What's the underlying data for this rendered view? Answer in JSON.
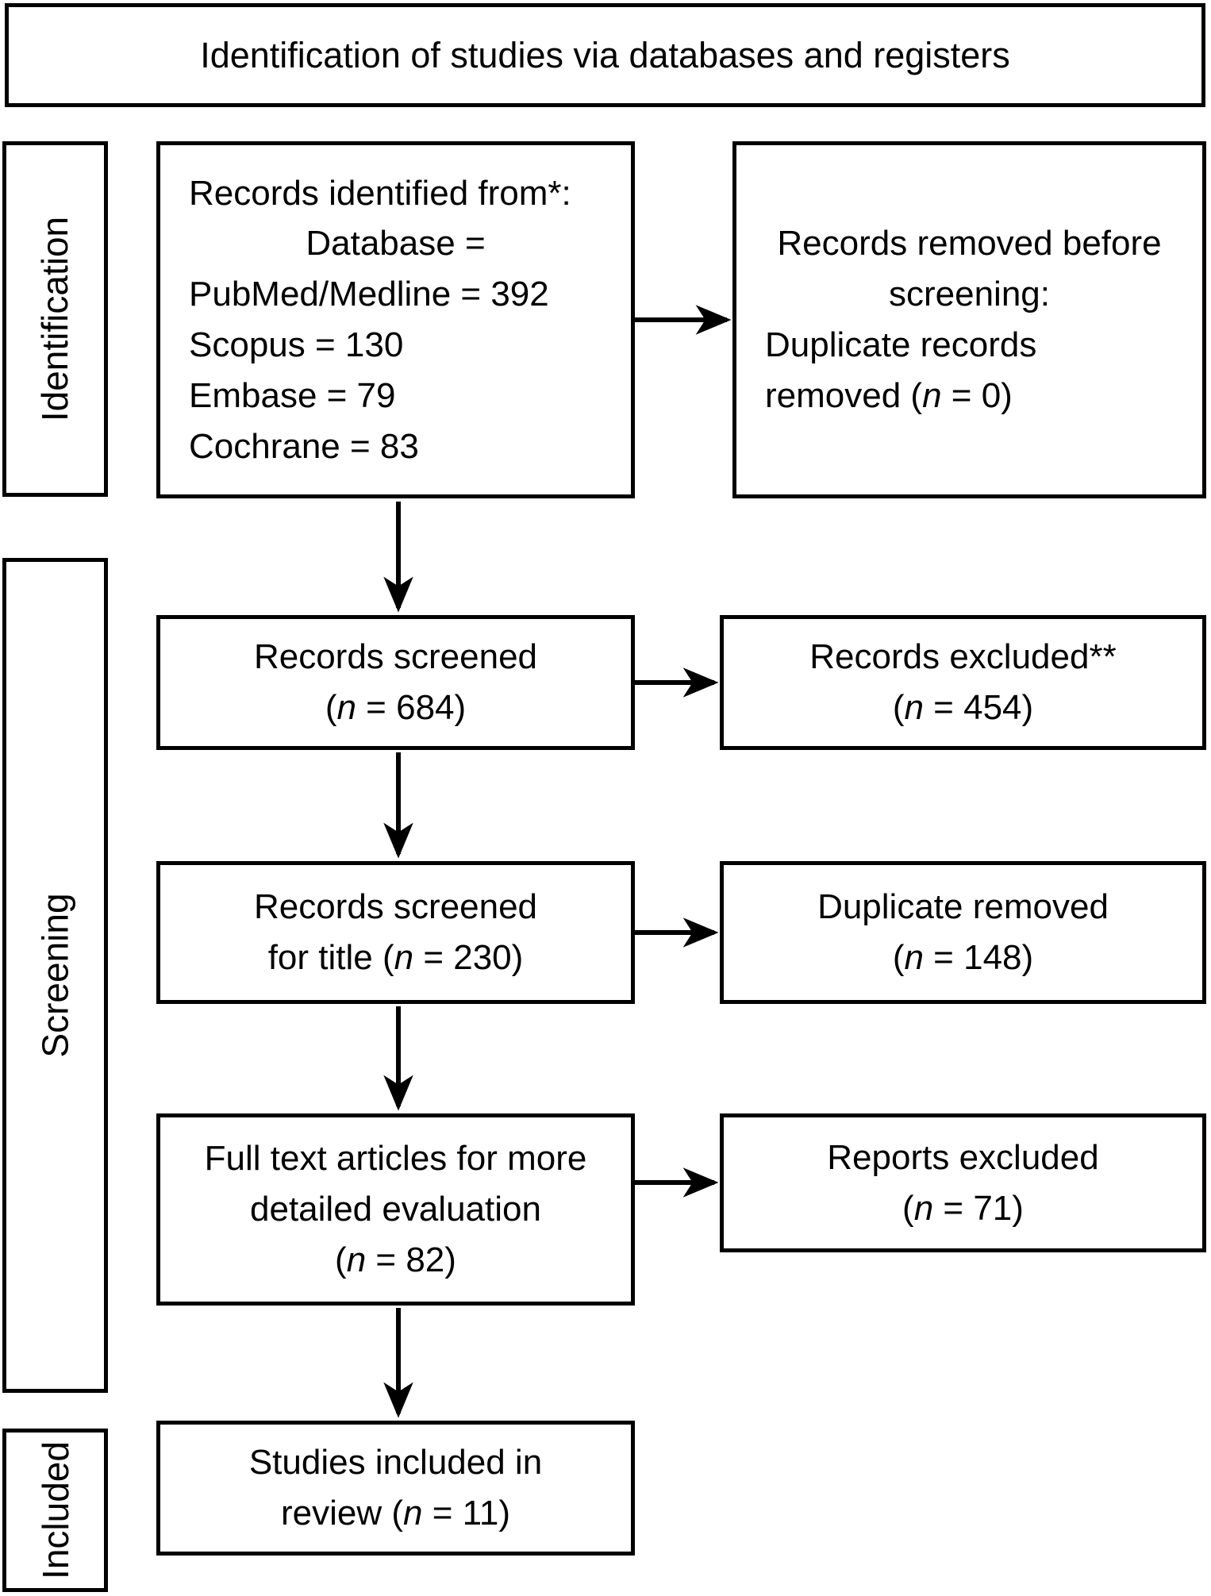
{
  "title": "Identification of studies via databases and registers",
  "stages": {
    "identification": "Identification",
    "screening": "Screening",
    "included": "Included"
  },
  "nodes": {
    "records_identified": {
      "lines": [
        {
          "align": "left",
          "segs": [
            {
              "t": "Records identified from*:"
            }
          ]
        },
        {
          "align": "center",
          "segs": [
            {
              "t": "Database ="
            }
          ]
        },
        {
          "align": "left",
          "segs": [
            {
              "t": "PubMed/Medline = 392"
            }
          ]
        },
        {
          "align": "left",
          "segs": [
            {
              "t": "Scopus = 130"
            }
          ]
        },
        {
          "align": "left",
          "segs": [
            {
              "t": "Embase = 79"
            }
          ]
        },
        {
          "align": "left",
          "segs": [
            {
              "t": "Cochrane = 83"
            }
          ]
        }
      ]
    },
    "records_removed": {
      "lines": [
        {
          "align": "center",
          "segs": [
            {
              "t": "Records removed before"
            }
          ]
        },
        {
          "align": "center",
          "segs": [
            {
              "t": "screening:"
            }
          ]
        },
        {
          "align": "left",
          "segs": [
            {
              "t": "Duplicate records"
            }
          ]
        },
        {
          "align": "left",
          "segs": [
            {
              "t": "removed ("
            },
            {
              "t": "n",
              "i": true
            },
            {
              "t": " = 0)"
            }
          ]
        }
      ]
    },
    "records_screened": {
      "lines": [
        {
          "align": "center",
          "segs": [
            {
              "t": "Records screened"
            }
          ]
        },
        {
          "align": "center",
          "segs": [
            {
              "t": "("
            },
            {
              "t": "n",
              "i": true
            },
            {
              "t": " = 684)"
            }
          ]
        }
      ]
    },
    "records_excluded": {
      "lines": [
        {
          "align": "center",
          "segs": [
            {
              "t": "Records excluded**"
            }
          ]
        },
        {
          "align": "center",
          "segs": [
            {
              "t": "("
            },
            {
              "t": "n",
              "i": true
            },
            {
              "t": " = 454)"
            }
          ]
        }
      ]
    },
    "records_screened_title": {
      "lines": [
        {
          "align": "center",
          "segs": [
            {
              "t": "Records screened"
            }
          ]
        },
        {
          "align": "center",
          "segs": [
            {
              "t": "for title ("
            },
            {
              "t": "n",
              "i": true
            },
            {
              "t": " = 230)"
            }
          ]
        }
      ]
    },
    "duplicate_removed": {
      "lines": [
        {
          "align": "center",
          "segs": [
            {
              "t": "Duplicate removed"
            }
          ]
        },
        {
          "align": "center",
          "segs": [
            {
              "t": "("
            },
            {
              "t": "n",
              "i": true
            },
            {
              "t": " = 148)"
            }
          ]
        }
      ]
    },
    "full_text": {
      "lines": [
        {
          "align": "center",
          "segs": [
            {
              "t": "Full text articles for more"
            }
          ]
        },
        {
          "align": "center",
          "segs": [
            {
              "t": "detailed evaluation"
            }
          ]
        },
        {
          "align": "center",
          "segs": [
            {
              "t": "("
            },
            {
              "t": "n",
              "i": true
            },
            {
              "t": " = 82)"
            }
          ]
        }
      ]
    },
    "reports_excluded": {
      "lines": [
        {
          "align": "center",
          "segs": [
            {
              "t": "Reports excluded"
            }
          ]
        },
        {
          "align": "center",
          "segs": [
            {
              "t": "("
            },
            {
              "t": "n",
              "i": true
            },
            {
              "t": " = 71)"
            }
          ]
        }
      ]
    },
    "studies_included": {
      "lines": [
        {
          "align": "center",
          "segs": [
            {
              "t": "Studies included in"
            }
          ]
        },
        {
          "align": "center",
          "segs": [
            {
              "t": "review ("
            },
            {
              "t": "n",
              "i": true
            },
            {
              "t": " = 11)"
            }
          ]
        }
      ]
    }
  },
  "counts": {
    "pubmed_medline": 392,
    "scopus": 130,
    "embase": 79,
    "cochrane": 83,
    "duplicates_removed_before_screening": 0,
    "records_screened": 684,
    "records_excluded": 454,
    "records_screened_for_title": 230,
    "duplicate_removed": 148,
    "full_text_evaluated": 82,
    "reports_excluded": 71,
    "studies_included": 11
  },
  "colors": {
    "border": "#000000",
    "background": "#ffffff",
    "text": "#000000"
  }
}
